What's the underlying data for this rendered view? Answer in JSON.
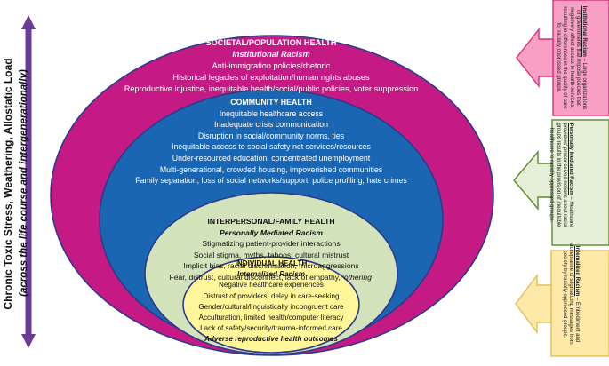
{
  "left_axis": {
    "label_main": "Chronic Toxic Stress, Weathering, Allostatic Load",
    "label_sub": "(across the life course and intergenerationally)"
  },
  "societal": {
    "title": "SOCIETAL/POPULATION HEALTH",
    "racism_type": "Institutional Racism",
    "items": [
      "Anti-immigration policies/rhetoric",
      "Historical legacies of exploitation/human rights abuses",
      "Reproductive injustice, inequitable health/social/public policies, voter suppression"
    ]
  },
  "community": {
    "title": "COMMUNITY HEALTH",
    "items": [
      "Inequitable healthcare access",
      "Inadequate crisis communication",
      "Disruption in social/community norms, ties",
      "Inequitable access to social safety net services/resources",
      "Under-resourced education, concentrated unemployment",
      "Multi-generational, crowded housing, impoverished communities",
      "Family separation, loss of social networks/support, police profiling, hate crimes"
    ]
  },
  "interpersonal": {
    "title": "INTERPERSONAL/FAMILY HEALTH",
    "racism_type": "Personally Mediated Racism",
    "items": [
      "Stigmatizing patient-provider interactions",
      "Social stigma, myths, taboos, cultural mistrust",
      "Implicit bias, racial discrimination, microaggressions"
    ],
    "last_item_prefix": "Fear, distrust, cultural disconnect, lack of empathy, ",
    "last_item_italic": "'othering'"
  },
  "individual": {
    "title": "INDIVIDUAL HEALTH",
    "racism_type": "Internalized Racism",
    "items": [
      "Negative healthcare experiences",
      "Distrust of providers, delay in care-seeking",
      "Gender/cultural/linguistically incongruent care",
      "Acculturation, limited health/computer literacy",
      "Lack of safety/security/trauma-informed care"
    ],
    "outcome": "Adverse reproductive health outcomes"
  },
  "annotations": {
    "institutional": {
      "term": "Institutional Racism",
      "definition": " – Large organizations or governments that impose policies that negatively affect access to health services, resulting in differences in the quality of care for racially oppressed groups."
    },
    "personally_mediated": {
      "term": "Personally Mediated Racism",
      "definition": " – Healthcare providers' preconceived notions about racial groups results in the provision of inequitable healthcare to racially oppressed groups."
    },
    "internalized": {
      "term": "Internalized Racism",
      "definition": " – Embodiment and acceptance of stigmatizing messages from society by racially oppressed groups."
    }
  },
  "colors": {
    "societal_fill": "#c51a84",
    "community_fill": "#1b66b3",
    "interpersonal_fill": "#d3e3bb",
    "individual_fill": "#fff69a",
    "axis_arrow": "#6a3a96",
    "ann1_fill": "#f7a0c4",
    "ann1_stroke": "#d9307a",
    "ann2_fill": "#e6f0d8",
    "ann2_stroke": "#5c8a2e",
    "ann3_fill": "#ffe9a8",
    "ann3_stroke": "#e0bf59"
  }
}
